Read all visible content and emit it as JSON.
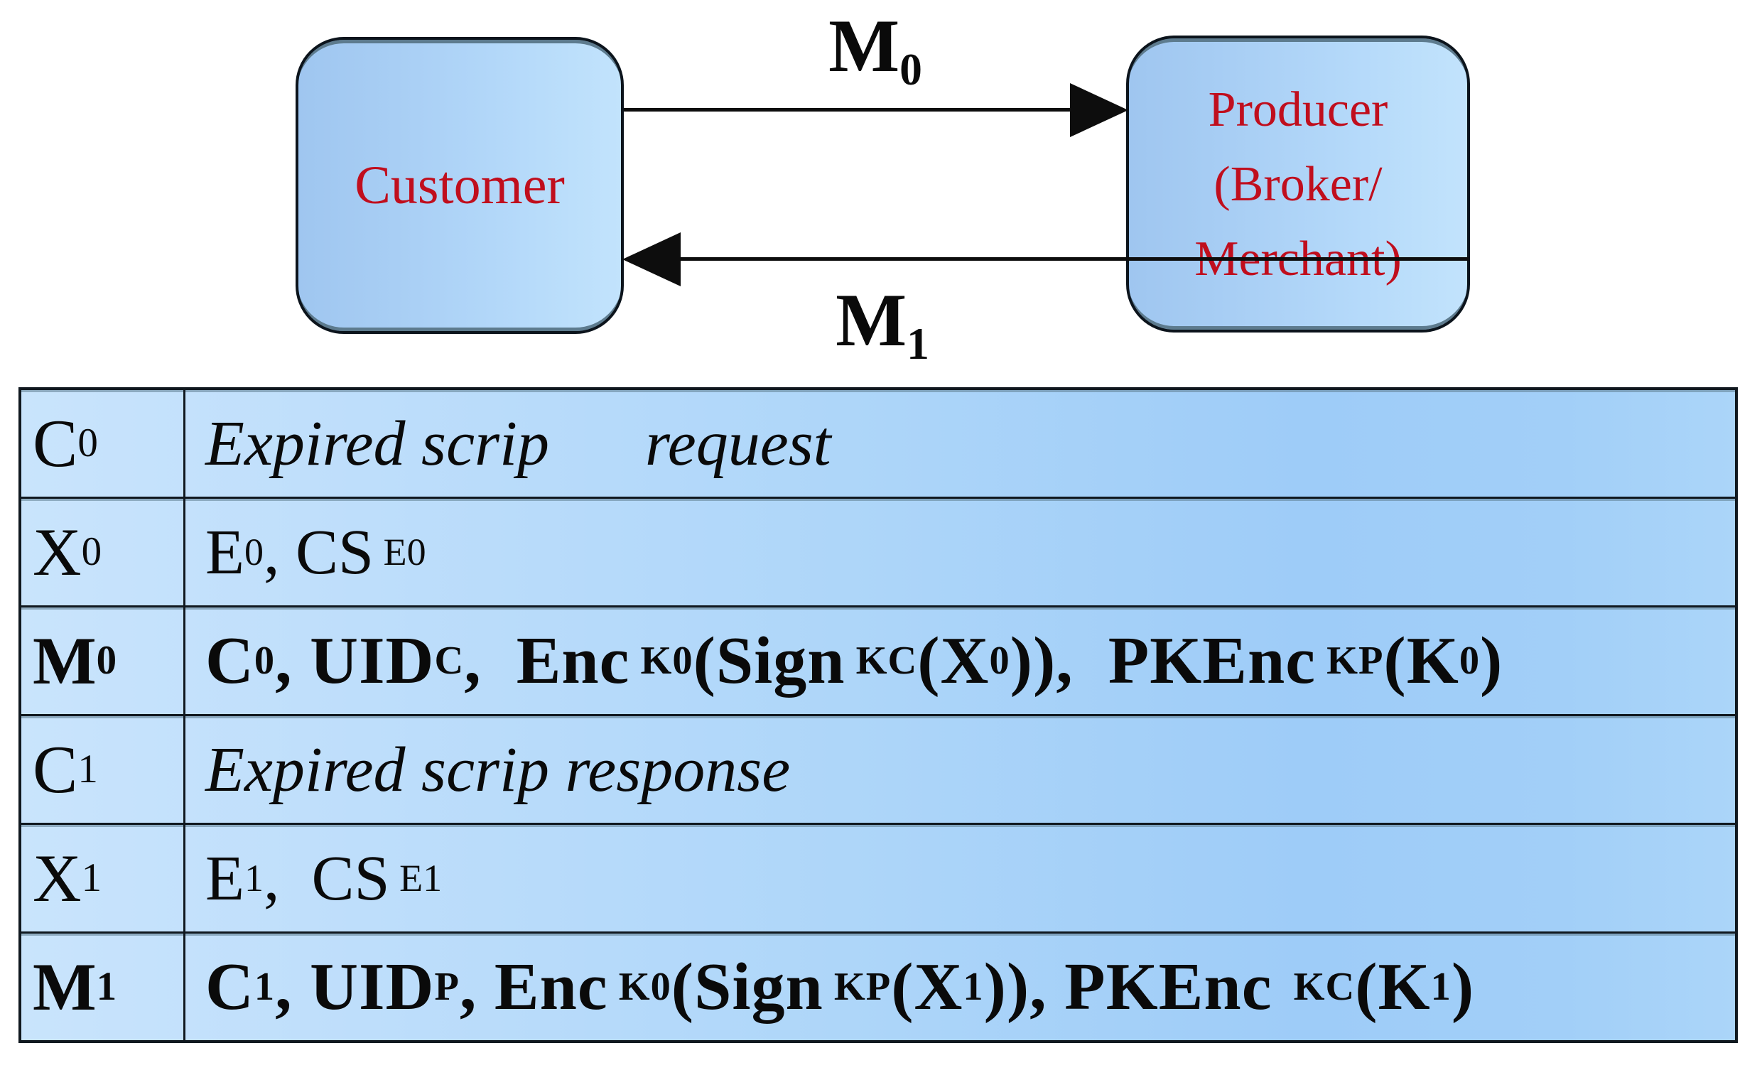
{
  "colors": {
    "entity_text": "#c00e1d",
    "box_fill_start": "#9fc6f0",
    "box_fill_end": "#c2e3fc",
    "border_dark": "#10181f",
    "bevel": "#5d7b8e",
    "table_fill_left": "#c9e4fc",
    "table_fill_right": "#9eccf8",
    "arrow": "#0d0d0d"
  },
  "diagram": {
    "customer": {
      "label": "Customer"
    },
    "producer": {
      "lines": [
        "Producer",
        "(Broker/",
        "Merchant)"
      ]
    },
    "messages": {
      "m0": {
        "rich": [
          [
            "M",
            ""
          ],
          [
            "0",
            "sub"
          ]
        ]
      },
      "m1": {
        "rich": [
          [
            "M",
            ""
          ],
          [
            "1",
            "sub"
          ]
        ]
      }
    }
  },
  "table": {
    "rows": [
      {
        "key_style": "normal",
        "value_style": "italic",
        "key": [
          [
            "C",
            ""
          ],
          [
            "0",
            "sub"
          ]
        ],
        "value": [
          [
            "Expired scrip      request",
            ""
          ]
        ]
      },
      {
        "key_style": "normal",
        "value_style": "normal",
        "key": [
          [
            "X",
            ""
          ],
          [
            "0",
            "sub"
          ]
        ],
        "value": [
          [
            "E",
            ""
          ],
          [
            "0",
            "sub"
          ],
          [
            ", CS",
            ""
          ],
          [
            " E0",
            "sub"
          ]
        ]
      },
      {
        "key_style": "bold",
        "value_style": "bold",
        "key": [
          [
            "M",
            ""
          ],
          [
            "0",
            "sub"
          ]
        ],
        "value": [
          [
            "C",
            ""
          ],
          [
            "0",
            "sub"
          ],
          [
            ", UID",
            ""
          ],
          [
            "C",
            "sub"
          ],
          [
            ",  Enc",
            ""
          ],
          [
            " K0",
            "sub"
          ],
          [
            "(Sign",
            ""
          ],
          [
            " KC",
            "sub"
          ],
          [
            "(X",
            ""
          ],
          [
            "0",
            "sub"
          ],
          [
            ")),  PKEnc",
            ""
          ],
          [
            " KP",
            "sub"
          ],
          [
            "(K",
            ""
          ],
          [
            "0",
            "sub"
          ],
          [
            ")",
            ""
          ]
        ]
      },
      {
        "key_style": "normal",
        "value_style": "italic",
        "key": [
          [
            "C",
            ""
          ],
          [
            "1",
            "sub"
          ]
        ],
        "value": [
          [
            "Expired scrip response",
            ""
          ]
        ]
      },
      {
        "key_style": "normal",
        "value_style": "normal",
        "key": [
          [
            "X",
            ""
          ],
          [
            "1",
            "sub"
          ]
        ],
        "value": [
          [
            "E",
            ""
          ],
          [
            "1",
            "sub"
          ],
          [
            ",  CS",
            ""
          ],
          [
            " E1",
            "sub"
          ]
        ]
      },
      {
        "key_style": "bold",
        "value_style": "bold",
        "key": [
          [
            "M",
            ""
          ],
          [
            "1",
            "sub"
          ]
        ],
        "value": [
          [
            "C",
            ""
          ],
          [
            "1",
            "sub"
          ],
          [
            ", UID",
            ""
          ],
          [
            "P",
            "sub"
          ],
          [
            ", Enc",
            ""
          ],
          [
            " K0",
            "sub"
          ],
          [
            "(Sign",
            ""
          ],
          [
            " KP",
            "sub"
          ],
          [
            "(X",
            ""
          ],
          [
            "1",
            "sub"
          ],
          [
            ")), PKEnc",
            ""
          ],
          [
            "  KC",
            "sub"
          ],
          [
            "(K",
            ""
          ],
          [
            "1",
            "sub"
          ],
          [
            ")",
            ""
          ]
        ]
      }
    ]
  }
}
